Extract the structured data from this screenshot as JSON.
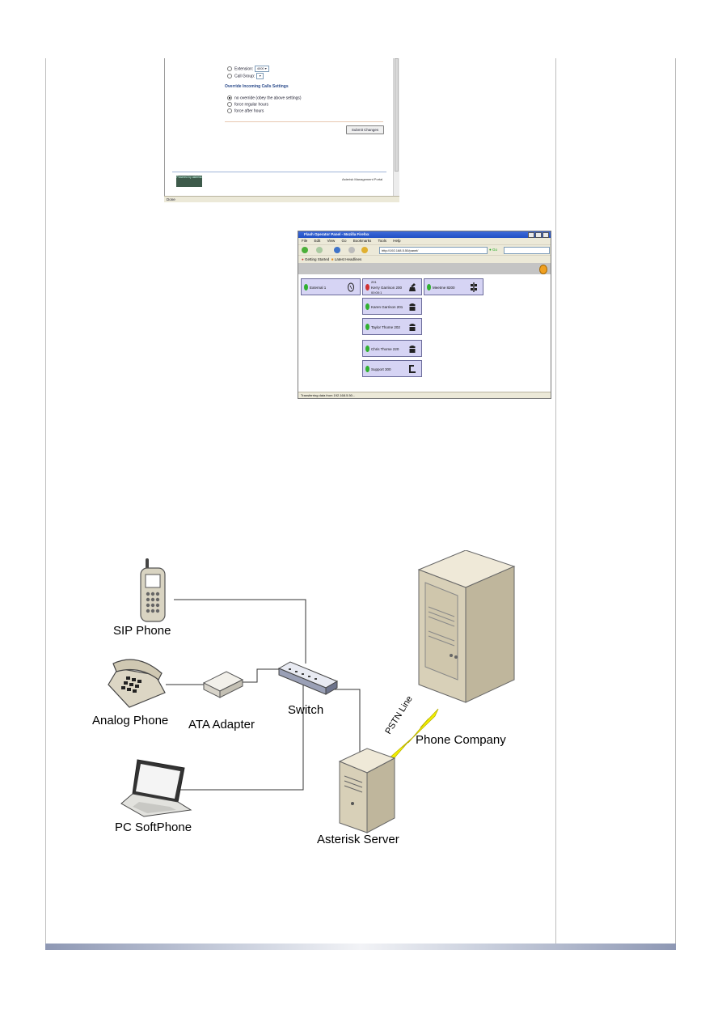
{
  "portal_screenshot": {
    "extension_label": "Extension:",
    "extension_value": "4000",
    "call_group_label": "Call Group:",
    "override_heading": "Override Incoming Calls Settings",
    "options": [
      "no override (obey the above settings)",
      "force regular hours",
      "force after hours"
    ],
    "submit_label": "Submit Changes",
    "logo_text": "Powered by asterisk",
    "footer_text": "Asterisk Management Portal",
    "status_text": "Done"
  },
  "fop_screenshot": {
    "window_title": "Flash Operator Panel - Mozilla Firefox",
    "menu": [
      "File",
      "Edit",
      "View",
      "Go",
      "Bookmarks",
      "Tools",
      "Help"
    ],
    "url": "http://192.168.5.50/panel/",
    "go_label": "Go",
    "bookmarks": [
      "Getting Started",
      "Latest Headlines"
    ],
    "buttons": [
      {
        "label": "External 1"
      },
      {
        "label": "Kerry Garrison 200",
        "top_text": "201",
        "sub_text": "00:00:1"
      },
      {
        "label": "Meetme 8200"
      },
      {
        "label": "Karen Garrison 201"
      },
      {
        "label": "Taylor Thome 202"
      },
      {
        "label": "Chris Thome 220"
      },
      {
        "label": "Support 300"
      }
    ],
    "status_text": "Transferring data from 192.168.5.50..."
  },
  "diagram": {
    "nodes": {
      "sip_phone": "SIP Phone",
      "analog_phone": "Analog Phone",
      "ata_adapter": "ATA Adapter",
      "switch": "Switch",
      "pc_softphone": "PC SoftPhone",
      "asterisk_server": "Asterisk Server",
      "phone_company": "Phone Company"
    },
    "link_label": "PSTN Line",
    "pstn_color": "#f2f000"
  }
}
